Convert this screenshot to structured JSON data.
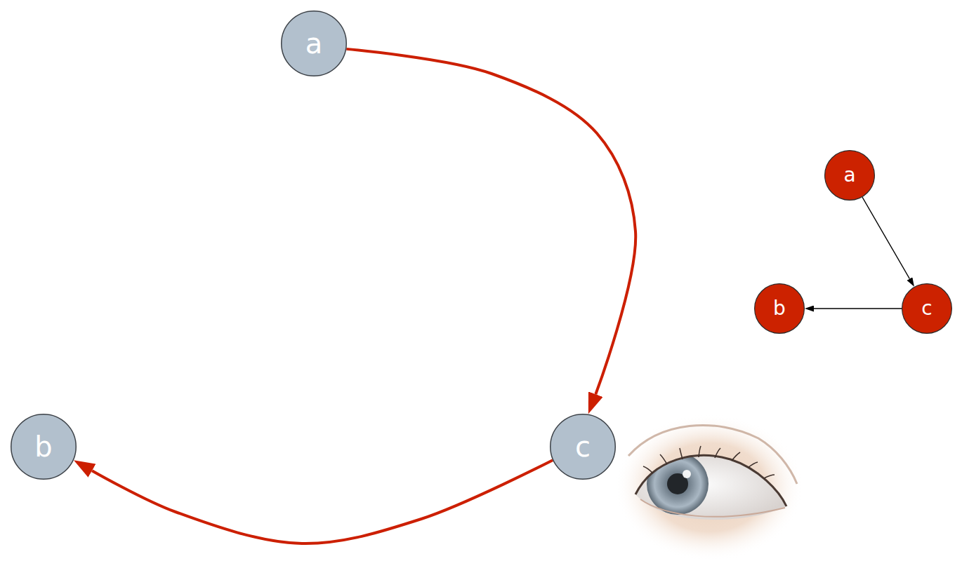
{
  "diagram": {
    "nodes": [
      {
        "text": [
          "a"
        ]
      },
      {
        "text": [
          "b"
        ]
      },
      {
        "text": [
          "c"
        ]
      },
      {
        "text": [
          "a"
        ]
      },
      {
        "text": [
          "b"
        ]
      },
      {
        "text": [
          "c"
        ]
      }
    ],
    "edges": [
      {
        "from": 0,
        "to": 2,
        "arrow": "to"
      },
      {
        "from": 2,
        "to": 1,
        "arrow": "to"
      },
      {
        "from": 3,
        "to": 5,
        "arrow": "to"
      },
      {
        "from": 5,
        "to": 4,
        "arrow": "to"
      }
    ]
  }
}
